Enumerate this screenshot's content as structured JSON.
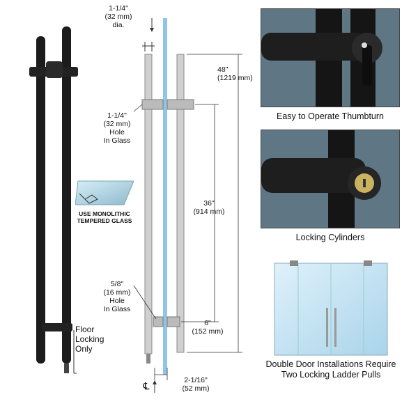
{
  "dimensions": {
    "dia": "1-1/4\"\n(32 mm)\ndia.",
    "overall": "48\"\n(1219 mm)",
    "hole_top": "1-1/4\"\n(32 mm)\nHole\nIn Glass",
    "center": "36\"\n(914 mm)",
    "hole_bottom": "5/8\"\n(16 mm)\nHole\nIn Glass",
    "bottom_offset": "6\"\n(152 mm)",
    "projection": "2-1/16\"\n(52 mm)",
    "centerline_symbol": "℄"
  },
  "floor_lock_label": "Floor\nLocking\nOnly",
  "glass_badge": {
    "text": "USE MONOLITHIC\nTEMPERED GLASS"
  },
  "photos": [
    {
      "caption": "Easy to Operate Thumbturn"
    },
    {
      "caption": "Locking Cylinders"
    },
    {
      "caption": "Double Door Installations Require\nTwo Locking Ladder Pulls"
    }
  ],
  "colors": {
    "finish": "#1c1c1c",
    "glass": "#8fc6e6",
    "steel": "#c8c8c8",
    "photo_bg": "#5f7684"
  }
}
